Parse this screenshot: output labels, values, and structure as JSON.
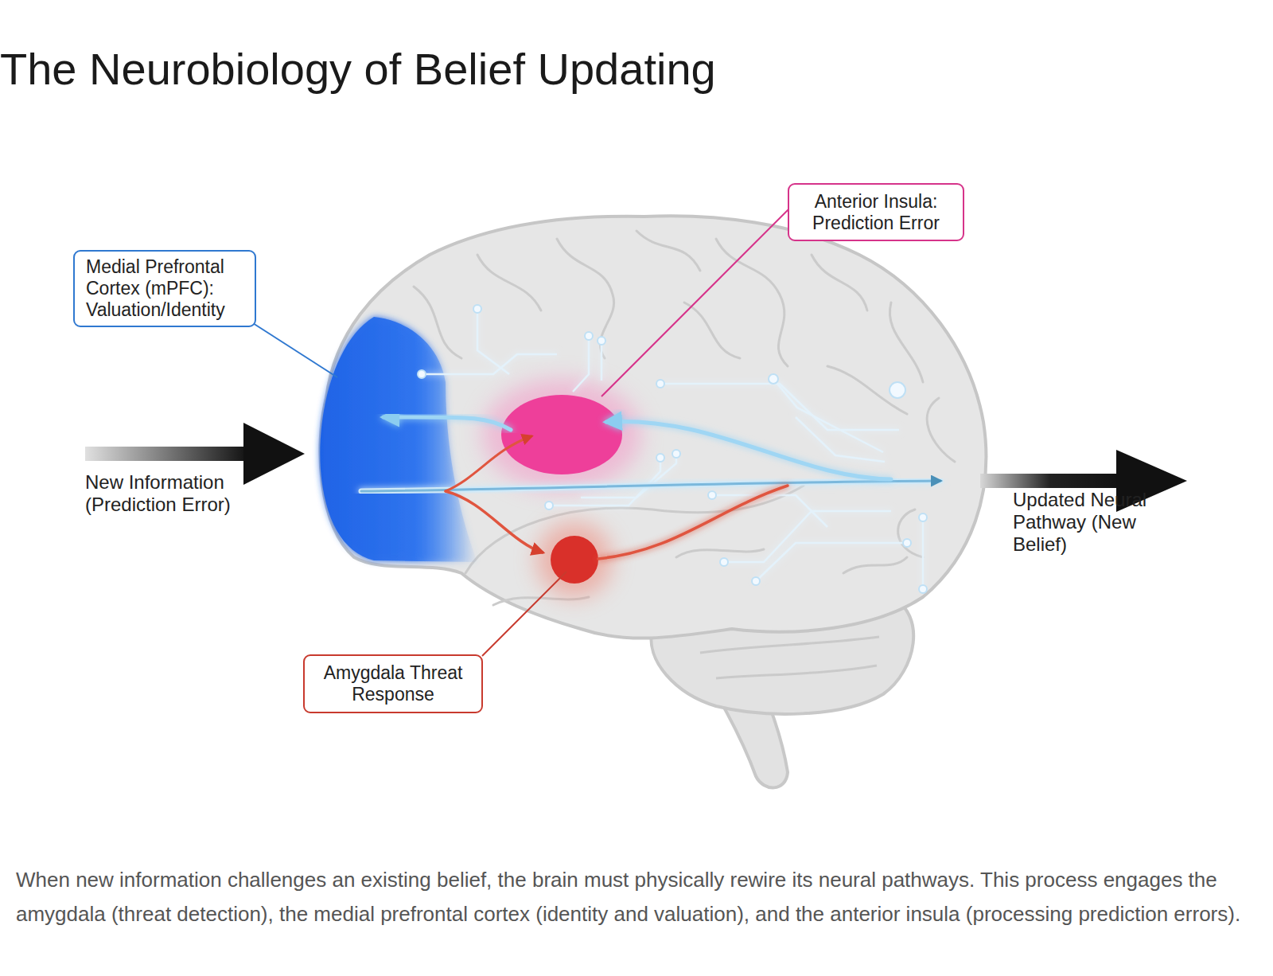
{
  "diagram": {
    "title": "The Neurobiology of Belief Updating",
    "caption": "When new information challenges an existing belief, the brain must physically rewire its neural pathways. This process engages the amygdala (threat detection), the medial prefrontal cortex (identity and valuation), and the anterior insula (processing prediction errors).",
    "nodes": [
      {
        "text": [
          "Medial Prefrontal Cortex (mPFC): Valuation/Identity"
        ]
      },
      {
        "text": [
          "Anterior Insula: Prediction Error"
        ]
      },
      {
        "text": [
          "Amygdala Threat Response"
        ]
      }
    ],
    "labels": [
      "New Information (Prediction Error)",
      "Updated Neural Pathway (New Belief)"
    ]
  }
}
